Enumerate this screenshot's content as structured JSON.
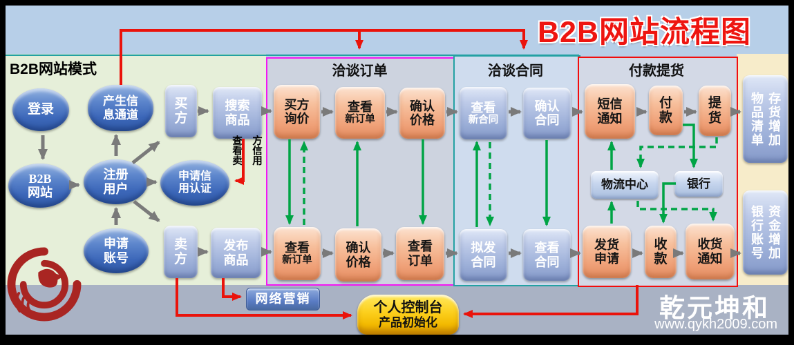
{
  "title": "B2B网站流程图",
  "brand": {
    "name": "乾元坤和",
    "site": "www.qykh2009.com"
  },
  "left_panel": {
    "title": "B2B网站模式"
  },
  "sections": {
    "order": "洽谈订单",
    "contract": "洽谈合同",
    "payment": "付款提货"
  },
  "nodes": {
    "login": [
      "登录"
    ],
    "info_channel": [
      "产生信",
      "息通道"
    ],
    "buyer": [
      "买",
      "方"
    ],
    "search_goods": [
      "搜索",
      "商品"
    ],
    "b2b_site": [
      "B2B",
      "网站"
    ],
    "register_user": [
      "注册",
      "用户"
    ],
    "apply_credit": [
      "申请信",
      "用认证"
    ],
    "apply_account": [
      "申请",
      "账号"
    ],
    "seller": [
      "卖",
      "方"
    ],
    "publish_goods": [
      "发布",
      "商品"
    ],
    "buyer_inquiry": [
      "买方",
      "询价"
    ],
    "view_new_order_top": [
      "查看",
      "新订单"
    ],
    "confirm_price_top": [
      "确认",
      "价格"
    ],
    "view_new_order_bottom": [
      "查看",
      "新订单"
    ],
    "confirm_price_bottom": [
      "确认",
      "价格"
    ],
    "view_order": [
      "查看",
      "订单"
    ],
    "view_new_contract": [
      "查看",
      "新合同"
    ],
    "confirm_contract": [
      "确认",
      "合同"
    ],
    "draft_contract": [
      "拟发",
      "合同"
    ],
    "view_contract": [
      "查看",
      "合同"
    ],
    "sms_notice": [
      "短信",
      "通知"
    ],
    "payment_node": [
      "付",
      "款"
    ],
    "pickup": [
      "提",
      "货"
    ],
    "logistics_center": [
      "物流中心"
    ],
    "bank": [
      "银行"
    ],
    "ship_request": [
      "发货",
      "申请"
    ],
    "collect_money": [
      "收",
      "款"
    ],
    "receive_notice": [
      "收货",
      "通知"
    ],
    "inventory_list": [
      "物品清单",
      "存货增加"
    ],
    "bank_account": [
      "银行账号",
      "资金增加"
    ],
    "network_marketing": [
      "网络营销"
    ],
    "personal_console": [
      "个人控制台",
      "产品初始化"
    ],
    "check_seller_credit": [
      "查看卖",
      "方信用"
    ]
  },
  "colors": {
    "order_border": "#f318f3",
    "contract_border": "#23a1a3",
    "payment_border": "#f20d0d",
    "flow_green": "#00a445",
    "flow_gray": "#7a7a7a",
    "flow_red": "#ea130b",
    "title_red": "#ee1510"
  }
}
